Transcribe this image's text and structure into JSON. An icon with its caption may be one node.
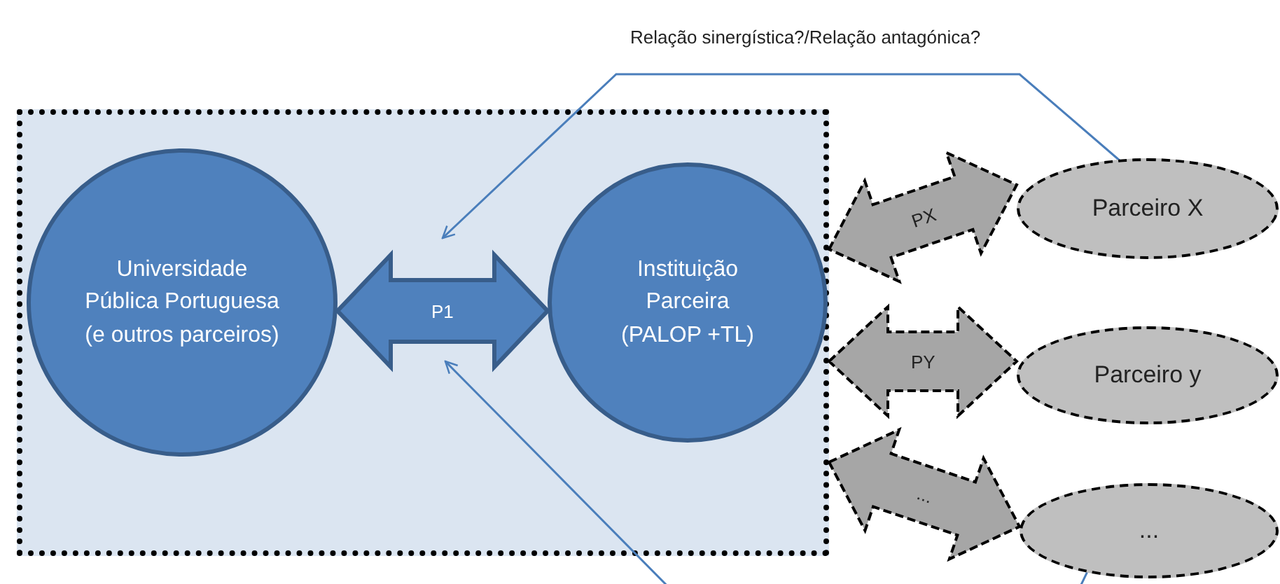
{
  "diagram": {
    "nodes": [
      {
        "text": [],
        "shape": "box"
      },
      {
        "text": [
          "Universidade Pública Portuguesa (e outros parceiros)"
        ],
        "in": 0
      },
      {
        "text": [
          "Instituição Parceira (PALOP +TL)"
        ],
        "in": 0
      },
      {
        "text": [
          "Parceiro X"
        ]
      },
      {
        "text": [
          "Parceiro y"
        ]
      },
      {
        "text": [
          "..."
        ]
      }
    ],
    "edges": [
      {
        "from": 1,
        "to": 2,
        "arrow": "both",
        "label": "P1",
        "style": "thick",
        "color": "#4f81bd"
      },
      {
        "from": 0,
        "to": 3,
        "arrow": "both",
        "label": "PX",
        "style": "dashed",
        "color": "#a6a6a6"
      },
      {
        "from": 0,
        "to": 4,
        "arrow": "both",
        "label": "PY",
        "style": "dashed",
        "color": "#a6a6a6"
      },
      {
        "from": 0,
        "to": 5,
        "arrow": "both",
        "label": "...",
        "style": "dashed",
        "color": "#a6a6a6"
      },
      {
        "from": 3,
        "to": null,
        "arrow": "to",
        "label": "Relação sinergística?/Relação antagónica?"
      },
      {
        "from": 5,
        "to": null,
        "arrow": "to"
      }
    ]
  }
}
